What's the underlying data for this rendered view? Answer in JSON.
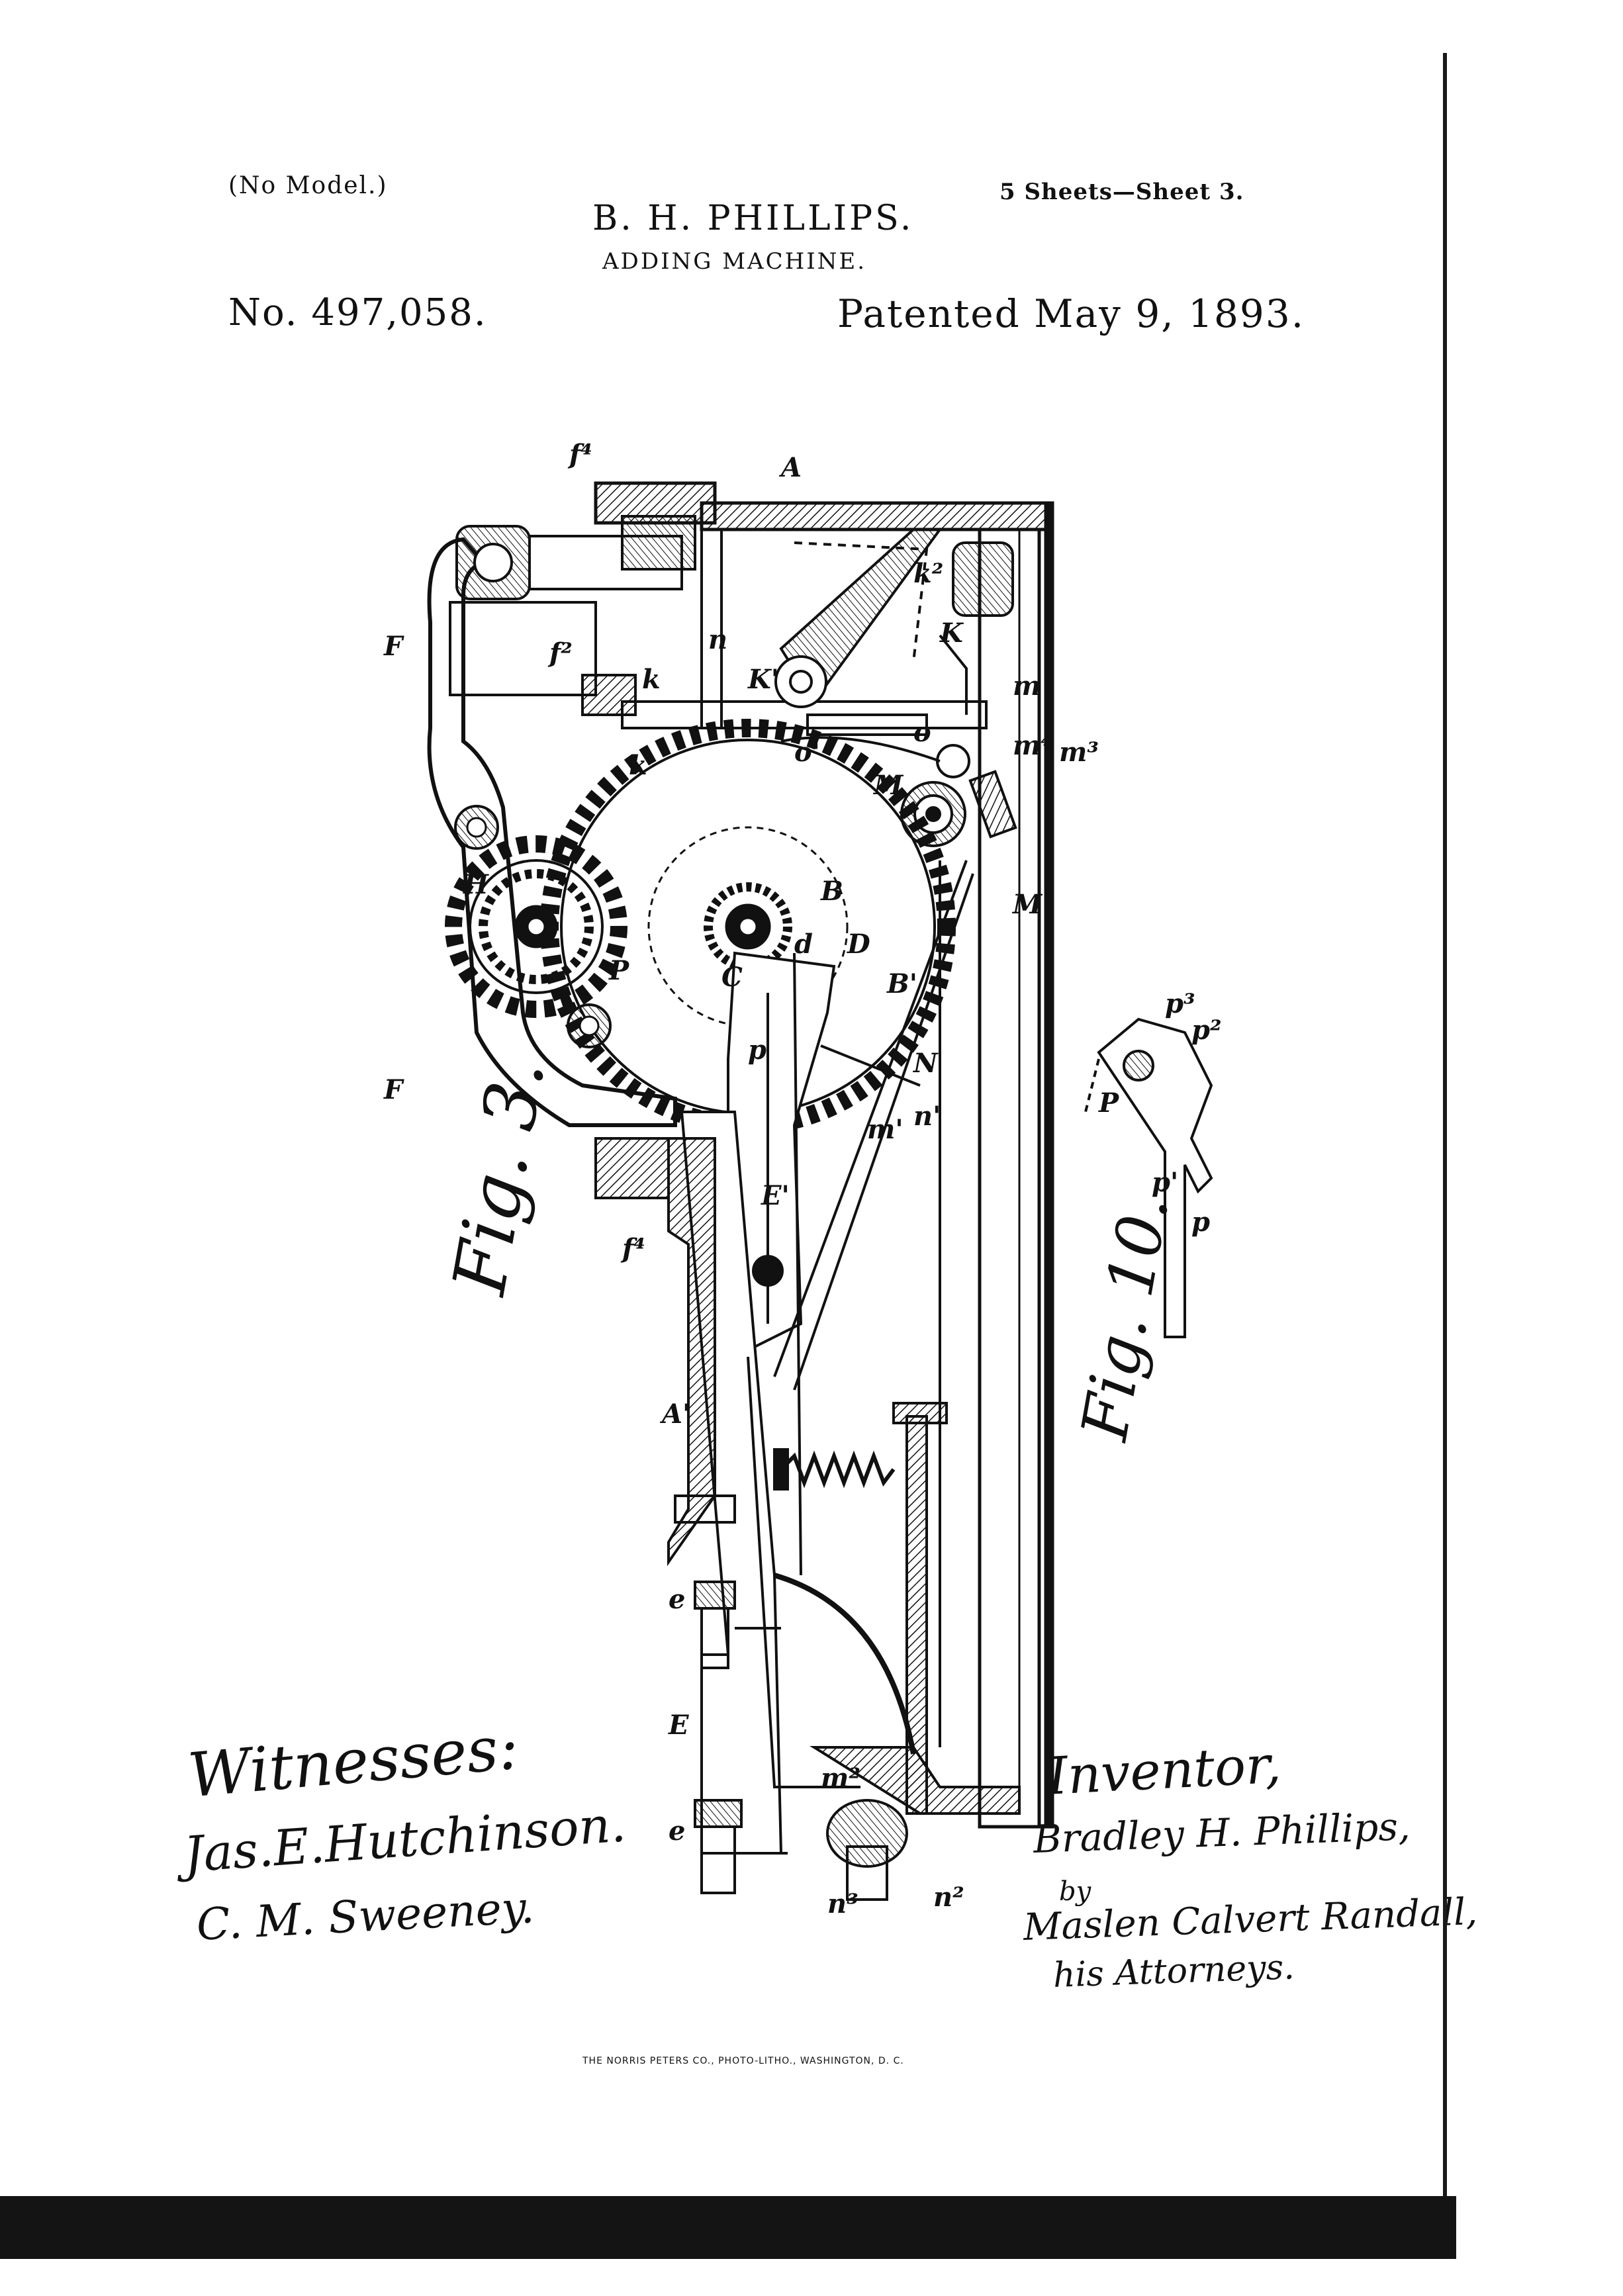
{
  "header": {
    "no_model": "(No Model.)",
    "sheets": "5 Sheets—Sheet 3.",
    "inventor_name": "B. H. PHILLIPS.",
    "invention_title": "ADDING MACHINE.",
    "patent_number": "No. 497,058.",
    "patent_date": "Patented May 9, 1893."
  },
  "figures": {
    "fig3_label": "Fig. 3.",
    "fig10_label": "Fig. 10."
  },
  "reference_labels": {
    "A": "A",
    "A_prime": "A'",
    "f4_top": "f⁴",
    "F_top": "F",
    "F_bottom": "F",
    "f2": "f²",
    "k": "k",
    "n_top": "n",
    "K_prime": "K'",
    "k2": "k²",
    "K": "K",
    "m": "m",
    "m3": "m³",
    "m4": "m⁴",
    "M": "M",
    "M_prime": "M'",
    "o": "o",
    "o_prime": "o'",
    "k_prime": "k'",
    "H": "H",
    "B": "B",
    "B_prime": "B'",
    "C": "C",
    "D": "D",
    "d": "d",
    "e_top": "e",
    "e_bottom": "e",
    "E": "E",
    "E_prime": "E'",
    "N": "N",
    "n_prime": "n'",
    "m_prime": "m'",
    "m2": "m²",
    "n2": "n²",
    "n3": "n³",
    "P": "P",
    "p": "p",
    "p_prime": "p'",
    "p2": "p²",
    "p3": "p³",
    "f4_bottom": "f⁴"
  },
  "signatures": {
    "witnesses_title": "Witnesses:",
    "witness_1": "Jas.E.Hutchinson.",
    "witness_2": "C. M. Sweeney.",
    "inventor_title": "Inventor,",
    "inventor_signature": "Bradley H. Phillips,",
    "by": "by",
    "attorneys_name": "Maslen Calvert Randall,",
    "attorneys_role": "his Attorneys."
  },
  "printer_credit": "THE NORRIS PETERS CO., PHOTO-LITHO., WASHINGTON, D. C."
}
